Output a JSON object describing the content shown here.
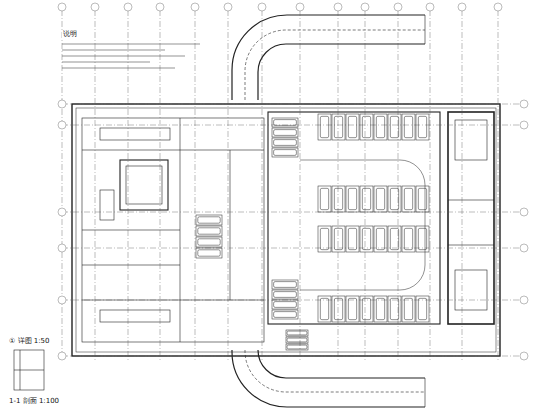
{
  "diagram": {
    "labels": [
      "说明",
      "① 详图 1:50",
      "1-1 剖面 1:100"
    ]
  }
}
